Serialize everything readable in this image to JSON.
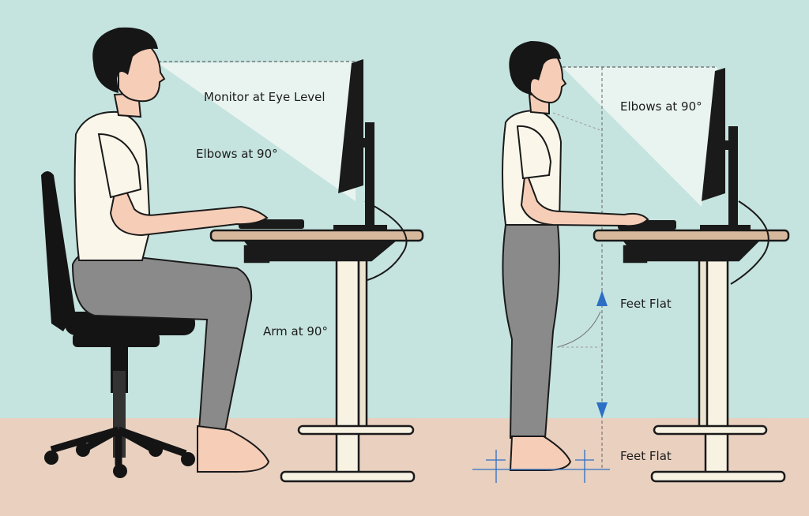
{
  "labels": {
    "seated_monitor": "Monitor at Eye Level",
    "seated_elbows": "Elbows at 90°",
    "seated_arm": "Arm at 90°",
    "standing_elbows": "Elbows at 90°",
    "standing_feet_upper": "Feet Flat",
    "standing_feet_lower": "Feet Flat"
  },
  "colors": {
    "wall": "#c6e4df",
    "floor": "#e9d0bf",
    "shirt": "#faf6ea",
    "pants": "#8a8a8a",
    "skin": "#f6cdb7",
    "hair": "#161616",
    "desk_top": "#d6b89c",
    "desk_leg": "#f7f2e2",
    "accent_arrow": "#2d6fc4"
  }
}
